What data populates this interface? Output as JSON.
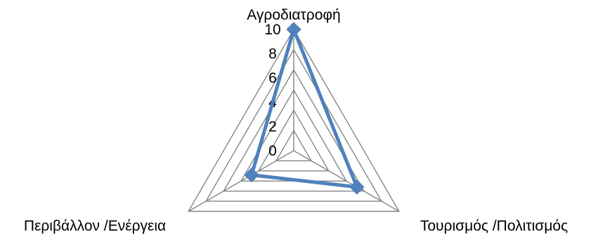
{
  "chart_data": {
    "type": "radar",
    "categories": [
      "Αγροδιατροφή",
      "Τουρισμός /Πολιτισμός",
      "Περιβάλλον /Ενέργεια"
    ],
    "series": [
      {
        "values": [
          10,
          6,
          4
        ],
        "color": "#4F81BD",
        "marker": "diamond"
      }
    ],
    "rlim": [
      0,
      10
    ],
    "rticks": [
      "0",
      "2",
      "4",
      "6",
      "8",
      "10"
    ],
    "grid": true,
    "grid_color": "#868686",
    "legend": false
  }
}
